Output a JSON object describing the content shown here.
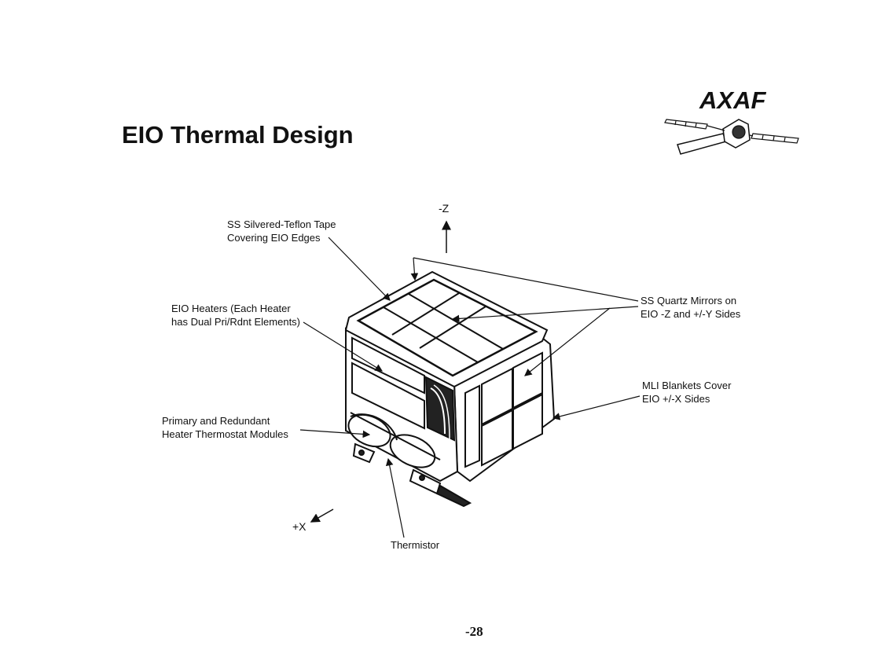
{
  "title": "EIO Thermal Design",
  "logo": {
    "text": "AXAF",
    "icon": "spacecraft-icon"
  },
  "axes": {
    "z_label": "-Z",
    "x_label": "+X"
  },
  "callouts": {
    "tape": [
      "SS Silvered-Teflon Tape",
      "Covering EIO Edges"
    ],
    "heaters": [
      "EIO Heaters (Each Heater",
      "has Dual Pri/Rdnt Elements)"
    ],
    "thermostats": [
      "Primary and Redundant",
      "Heater Thermostat Modules"
    ],
    "mirrors": [
      "SS Quartz Mirrors on",
      "EIO -Z and +/-Y Sides"
    ],
    "mli": [
      "MLI Blankets Cover",
      "EIO +/-X Sides"
    ],
    "thermistor": "Thermistor"
  },
  "page_number": "-28"
}
